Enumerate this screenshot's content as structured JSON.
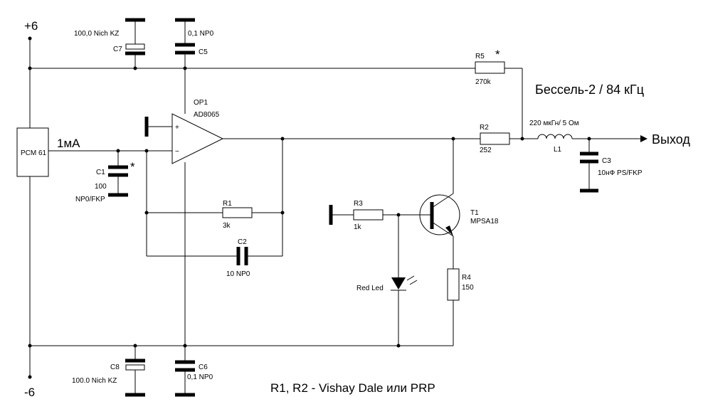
{
  "rails": {
    "pos": "+6",
    "neg": "-6"
  },
  "source": {
    "name": "PCM 61",
    "current": "1мА"
  },
  "opamp": {
    "ref": "OP1",
    "part": "AD8065",
    "plus": "+",
    "minus": "−"
  },
  "components": {
    "c7": {
      "ref": "C7",
      "value": "100,0 Nich KZ"
    },
    "c5": {
      "ref": "C5",
      "value": "0,1 NP0"
    },
    "c8": {
      "ref": "C8",
      "value": "100.0 Nich KZ"
    },
    "c6": {
      "ref": "C6",
      "value": "0,1 NP0"
    },
    "c1": {
      "ref": "C1",
      "value": "100",
      "type": "NP0/FKP",
      "mark": "*"
    },
    "r1": {
      "ref": "R1",
      "value": "3k"
    },
    "c2": {
      "ref": "C2",
      "value": "10 NP0"
    },
    "r5": {
      "ref": "R5",
      "value": "270k",
      "mark": "*"
    },
    "r2": {
      "ref": "R2",
      "value": "252"
    },
    "r3": {
      "ref": "R3",
      "value": "1k"
    },
    "r4": {
      "ref": "R4",
      "value": "150"
    },
    "t1": {
      "ref": "T1",
      "part": "MPSA18"
    },
    "led": {
      "label": "Red Led"
    },
    "l1": {
      "ref": "L1",
      "value": "220 мкГн/ 5 Ом"
    },
    "c3": {
      "ref": "C3",
      "value": "10нФ PS/FKP"
    }
  },
  "filter_note": "Бессель-2 / 84 кГц",
  "output": "Выход",
  "footnote": "R1, R2 - Vishay Dale или PRP"
}
